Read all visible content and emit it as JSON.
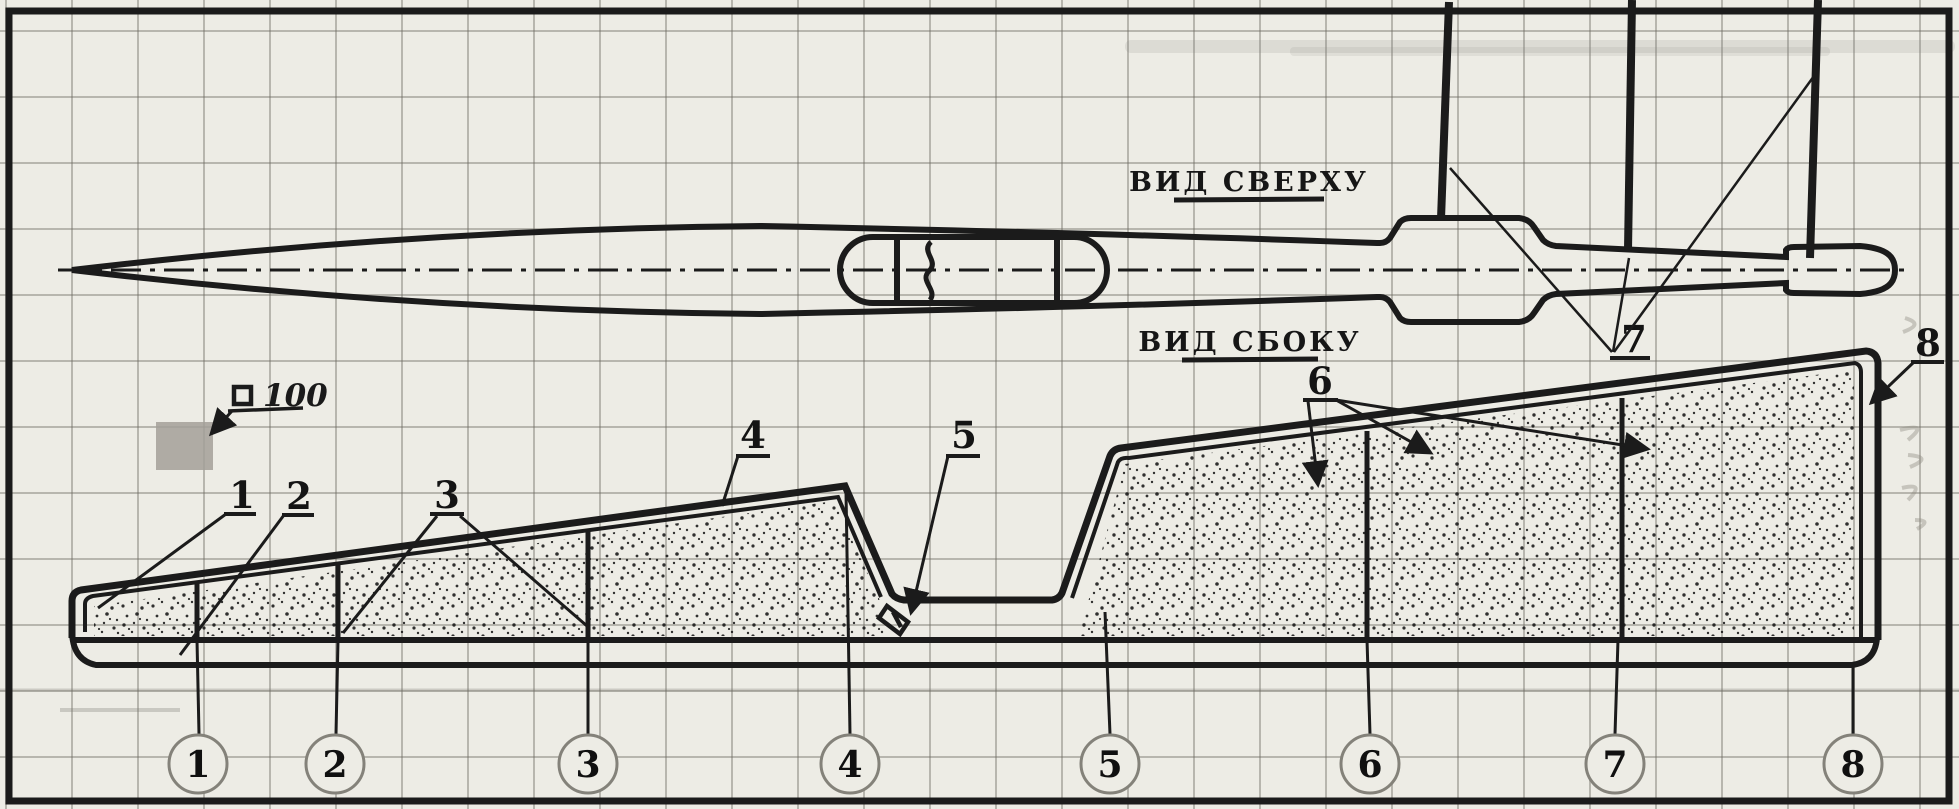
{
  "sheet": {
    "top_view": {
      "title": "ВИД СВЕРХУ"
    },
    "side_view": {
      "title": "ВИД СБОКУ"
    },
    "scale_marker": {
      "square_symbol": "",
      "value": "100"
    },
    "drawing_callouts": [
      "1",
      "2",
      "3",
      "4",
      "5",
      "6",
      "7",
      "8"
    ],
    "part_circles": [
      "1",
      "2",
      "3",
      "4",
      "5",
      "6",
      "7",
      "8"
    ],
    "colors": {
      "paper": "#edece5",
      "grid": "#6c6a61",
      "ink": "#1b1b1b",
      "circle_stroke": "#84827a",
      "shade_square": "#a3a099"
    }
  }
}
